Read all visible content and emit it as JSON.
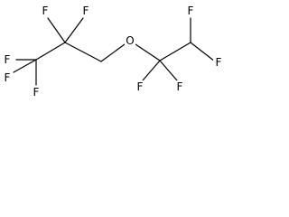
{
  "molecule": {
    "atoms": [
      {
        "id": "F1",
        "symbol": "F"
      },
      {
        "id": "F2",
        "symbol": "F"
      },
      {
        "id": "F3",
        "symbol": "F"
      },
      {
        "id": "F4",
        "symbol": "F"
      },
      {
        "id": "F5",
        "symbol": "F"
      },
      {
        "id": "O1",
        "symbol": "O"
      },
      {
        "id": "F6",
        "symbol": "F"
      },
      {
        "id": "F7",
        "symbol": "F"
      },
      {
        "id": "F8",
        "symbol": "F"
      },
      {
        "id": "F9",
        "symbol": "F"
      }
    ]
  }
}
